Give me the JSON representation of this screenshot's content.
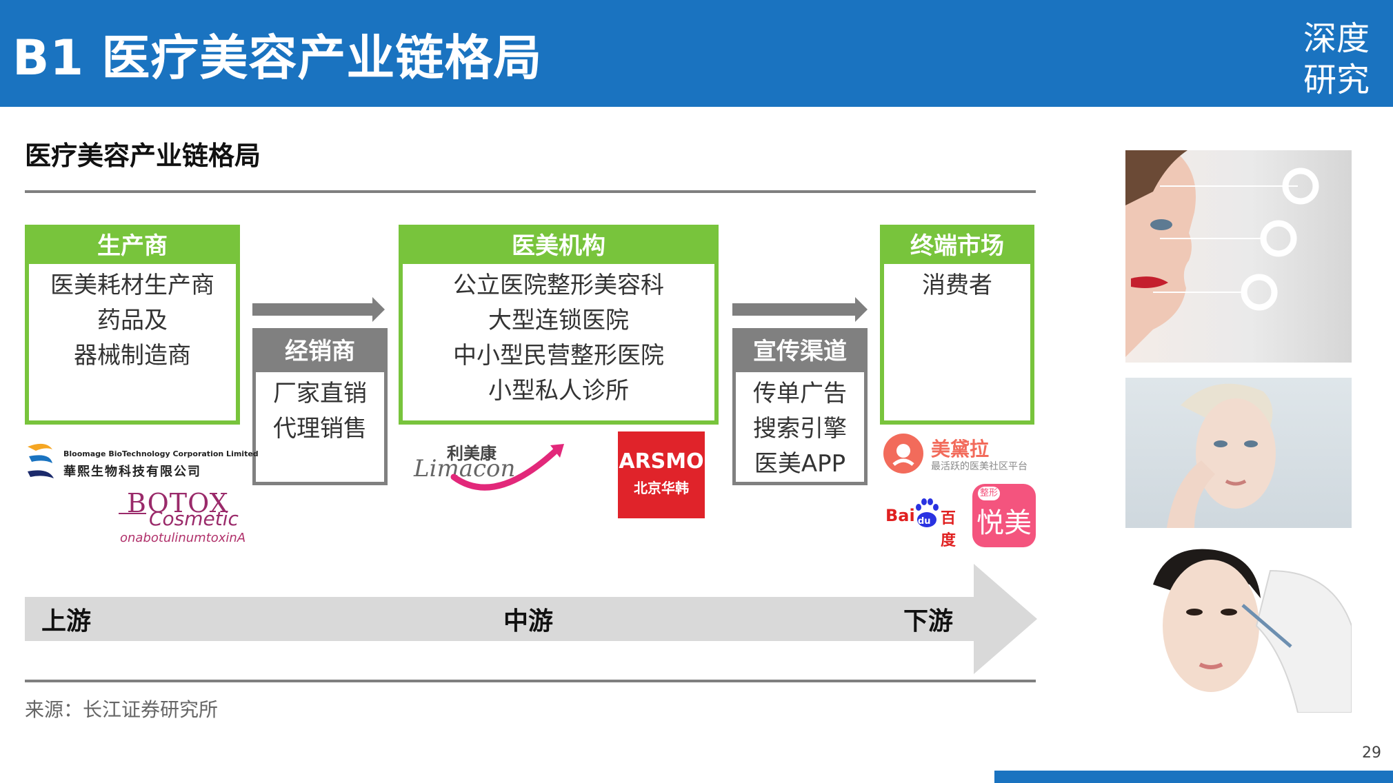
{
  "header": {
    "title": "B1 医疗美容产业链格局",
    "logo_line1": "深度",
    "logo_line2": "研究"
  },
  "subtitle": "医疗美容产业链格局",
  "boxes": {
    "producer": {
      "title": "生产商",
      "lines": [
        "医美耗材生产商",
        "药品及",
        "器械制造商"
      ]
    },
    "distributor": {
      "title": "经销商",
      "lines": [
        "厂家直销",
        "代理销售"
      ]
    },
    "institution": {
      "title": "医美机构",
      "lines": [
        "公立医院整形美容科",
        "大型连锁医院",
        "中小型民营整形医院",
        "小型私人诊所"
      ]
    },
    "channel": {
      "title": "宣传渠道",
      "lines": [
        "传单广告",
        "搜索引擎",
        "医美APP"
      ]
    },
    "terminal": {
      "title": "终端市场",
      "lines": [
        "消费者"
      ]
    }
  },
  "logos": {
    "bloomage_en": "Bloomage BioTechnology Corporation Limited",
    "bloomage_cn": "華熙生物科技有限公司",
    "botox_1": "BOTOX",
    "botox_2": "Cosmetic",
    "botox_3": "onabotulinumtoxinA",
    "limacon_cn": "利美康",
    "limacon_en": "Limacon",
    "arsmo_en": "ARSMO",
    "arsmo_cn": "北京华韩",
    "meidaila_name": "美黛拉",
    "meidaila_slogan": "最活跃的医美社区平台",
    "baidu_bai": "Bai",
    "baidu_du": "du",
    "baidu_cn": "百度",
    "yuemei": "悦美",
    "yuemei_tag": "整形"
  },
  "flow": {
    "upstream": "上游",
    "midstream": "中游",
    "downstream": "下游"
  },
  "source": "来源：长江证券研究所",
  "page_number": "29",
  "colors": {
    "header_blue": "#1a73c0",
    "green": "#78c43c",
    "gray": "#808080",
    "arrow_band": "#d9d9d9"
  }
}
